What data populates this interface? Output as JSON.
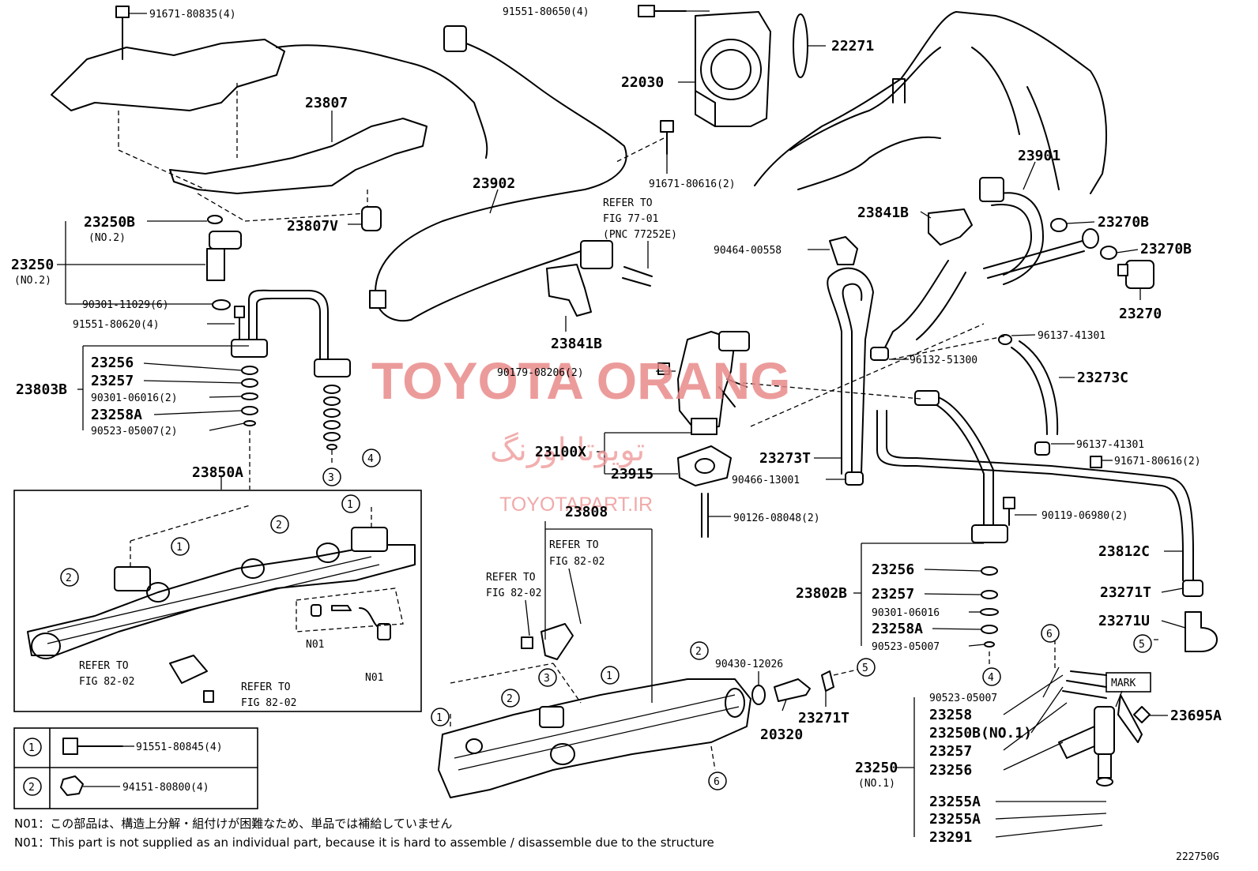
{
  "watermark": {
    "brand": "TOYOTA ORANG",
    "persian": "تویوتا اورنگ",
    "site": "TOYOTAPART.IR"
  },
  "figure_code": "222750G",
  "labels": {
    "l91671_80835": "91671-80835(4)",
    "l91551_80650": "91551-80650(4)",
    "l22271": "22271",
    "l22030": "22030",
    "l23807": "23807",
    "l23807V": "23807V",
    "l23902": "23902",
    "l91671_80616_a": "91671-80616(2)",
    "refer_77_1": "REFER TO",
    "refer_77_2": "FIG 77-01",
    "refer_77_3": "(PNC 77252E)",
    "l23901": "23901",
    "l23841B_a": "23841B",
    "l23270B_a": "23270B",
    "l23270B_b": "23270B",
    "l23270": "23270",
    "l90464_00558": "90464-00558",
    "l23841B_b": "23841B",
    "l23250B": "23250B",
    "l23250B_sub": "(NO.2)",
    "l23250": "23250",
    "l23250_sub": "(NO.2)",
    "l90301_11029": "90301-11029(6)",
    "l91551_80620": "91551-80620(4)",
    "l23256_a": "23256",
    "l23257_a": "23257",
    "l23803B": "23803B",
    "l90301_06016_a": "90301-06016(2)",
    "l23258A_a": "23258A",
    "l90523_05007_a": "90523-05007(2)",
    "l23850A": "23850A",
    "l90179_08206": "90179-08206(2)",
    "l96132_51300": "96132-51300",
    "l96137_41301_a": "96137-41301",
    "l23273C": "23273C",
    "l23100X": "23100X",
    "l23915": "23915",
    "l23273T": "23273T",
    "l90466_13001": "90466-13001",
    "l96137_41301_b": "96137-41301",
    "l91671_80616_b": "91671-80616(2)",
    "l90126_08048": "90126-08048(2)",
    "l23808": "23808",
    "refer_a1": "REFER TO",
    "refer_a2": "FIG 82-02",
    "refer_b1": "REFER TO",
    "refer_b2": "FIG 82-02",
    "refer_c1": "REFER TO",
    "refer_c2": "FIG 82-02",
    "refer_d1": "REFER TO",
    "refer_d2": "FIG 82-02",
    "l90119_06980": "90119-06980(2)",
    "l23812C": "23812C",
    "l23256_b": "23256",
    "l23802B": "23802B",
    "l23257_b": "23257",
    "l90301_06016_b": "90301-06016",
    "l23258A_b": "23258A",
    "l90523_05007_b": "90523-05007",
    "l23271T_a": "23271T",
    "l23271U": "23271U",
    "l90430_12026": "90430-12026",
    "l20320": "20320",
    "l23271T_b": "23271T",
    "l90523_05007_c": "90523-05007",
    "l23258": "23258",
    "l23250B_no1": "23250B(NO.1)",
    "l23257_c": "23257",
    "l23250_b": "23250",
    "l23250_b_sub": "(NO.1)",
    "l23256_c": "23256",
    "l23255A_a": "23255A",
    "l23255A_b": "23255A",
    "l23291": "23291",
    "l23695A": "23695A",
    "mark": "MARK",
    "n01_a": "N01",
    "n01_b": "N01"
  },
  "circled_refs": [
    "1",
    "2",
    "3",
    "4",
    "5",
    "6"
  ],
  "legend": [
    {
      "key": "1",
      "part": "91551-80845(4)"
    },
    {
      "key": "2",
      "part": "94151-80800(4)"
    }
  ],
  "notes": [
    "N01：この部品は、構造上分解・組付けが困難なため、単品では補給していません",
    "N01：This part is not supplied as an individual part, because it is hard to assemble / disassemble due to the structure"
  ]
}
